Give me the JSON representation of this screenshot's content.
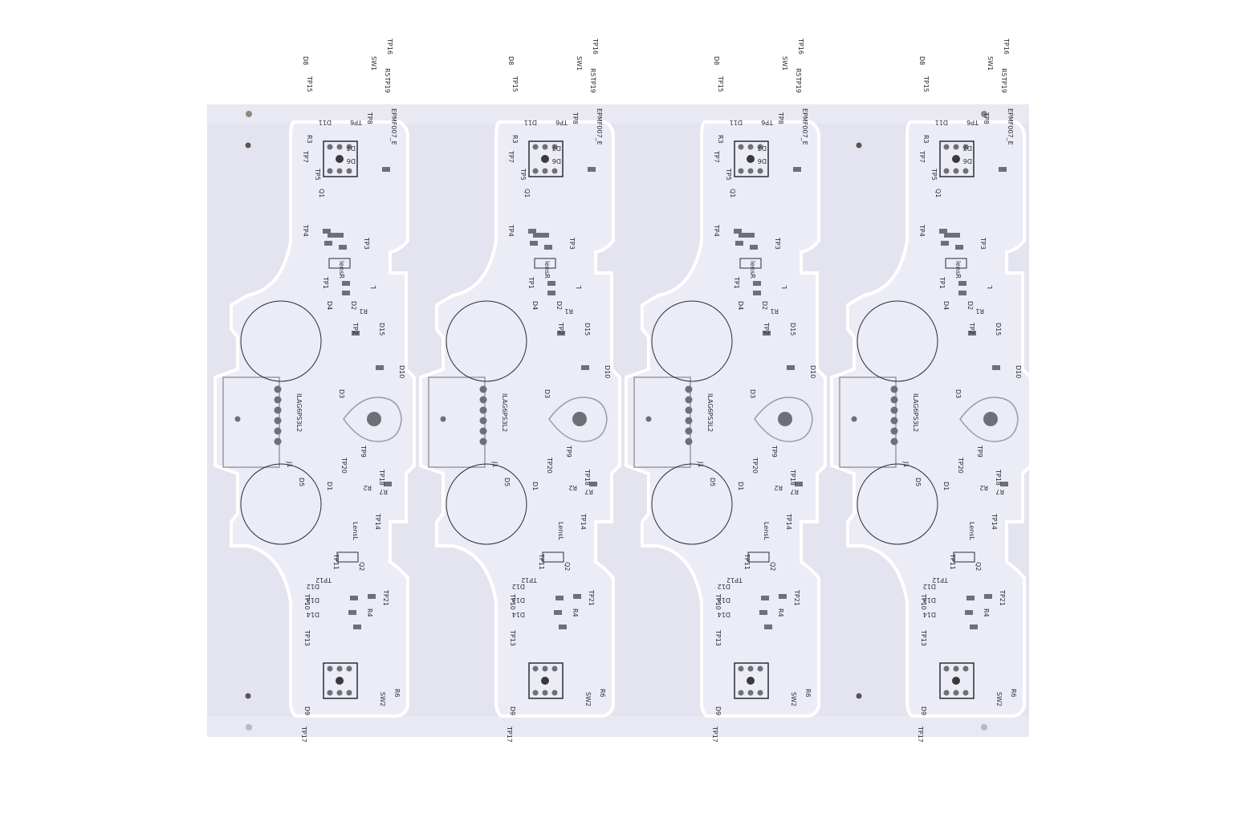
{
  "image": {
    "subject": "white printed circuit board panel",
    "board_color": "#e6e6f2",
    "mask_color": "#ececf6",
    "silkscreen_color": "#2c2c34",
    "pad_color": "#6f6f78",
    "background_color": "#ffffff"
  },
  "boards": [
    {
      "top_labels": [
        "D8",
        "TP15",
        "SW1",
        "R5",
        "TP16",
        "TP19"
      ],
      "mid_labels": [
        "R3",
        "TP7",
        "TP5",
        "TP8",
        "TP6",
        "D11",
        "D7",
        "D6",
        "Q1",
        "TP4",
        "TP3",
        "EPMF007_E"
      ],
      "center_labels": [
        "lensR",
        "TP1",
        "D4",
        "D2",
        "R1",
        "TP2",
        "D15",
        "L",
        "ILAG6PS3L2",
        "D3",
        "D10",
        "J1",
        "TP20",
        "TP9",
        "TP18",
        "R7",
        "R2",
        "D5",
        "D1",
        "TP14",
        "LensL",
        "TP11"
      ],
      "bottom_labels": [
        "Q2",
        "TP10",
        "TP12",
        "TP21",
        "D12",
        "D13",
        "D14",
        "R4",
        "TP13",
        "D9",
        "SW2",
        "R6",
        "TP17"
      ]
    },
    {
      "top_labels": [
        "D8",
        "TP15",
        "SW1",
        "R5",
        "TP16",
        "TP19"
      ],
      "mid_labels": [
        "R3",
        "TP7",
        "TP5",
        "TP8",
        "TP6",
        "D11",
        "D7",
        "D6",
        "Q1",
        "TP4",
        "TP3",
        "EPMF007_E"
      ],
      "center_labels": [
        "lensR",
        "TP1",
        "D4",
        "D2",
        "R1",
        "TP2",
        "D15",
        "L",
        "ILAG6PS3L2",
        "D3",
        "D10",
        "J1",
        "TP20",
        "TP9",
        "TP18",
        "R7",
        "R2",
        "D5",
        "D1",
        "TP14",
        "LensL",
        "TP11"
      ],
      "bottom_labels": [
        "Q2",
        "TP10",
        "TP12",
        "TP21",
        "D12",
        "D13",
        "D14",
        "R4",
        "TP13",
        "D9",
        "SW2",
        "R6",
        "TP17"
      ]
    },
    {
      "top_labels": [
        "D8",
        "TP15",
        "SW1",
        "R5",
        "TP16",
        "TP19"
      ],
      "mid_labels": [
        "R3",
        "TP7",
        "TP5",
        "TP8",
        "TP6",
        "D11",
        "D7",
        "D6",
        "Q1",
        "TP4",
        "TP3",
        "EPMF007_E"
      ],
      "center_labels": [
        "lensR",
        "TP1",
        "D4",
        "D2",
        "R1",
        "TP2",
        "D15",
        "L",
        "ILAG6PS3L2",
        "D3",
        "D10",
        "J1",
        "TP20",
        "TP9",
        "TP18",
        "R7",
        "R2",
        "D5",
        "D1",
        "TP14",
        "LensL",
        "TP11"
      ],
      "bottom_labels": [
        "Q2",
        "TP10",
        "TP12",
        "TP21",
        "D12",
        "D13",
        "D14",
        "R4",
        "TP13",
        "D9",
        "SW2",
        "R6",
        "TP17"
      ]
    },
    {
      "top_labels": [
        "D8",
        "TP15",
        "SW1",
        "R5",
        "TP16",
        "TP19"
      ],
      "mid_labels": [
        "R3",
        "TP7",
        "TP5",
        "TP8",
        "TP6",
        "D11",
        "D7",
        "D6",
        "Q1",
        "TP4",
        "TP3",
        "EPMF007_E"
      ],
      "center_labels": [
        "lensR",
        "TP1",
        "D4",
        "D2",
        "R1",
        "TP2",
        "D15",
        "L",
        "ILAG6PS3L2",
        "D3",
        "D10",
        "J1",
        "TP20",
        "TP9",
        "TP18",
        "R7",
        "R2",
        "D5",
        "D1",
        "TP14",
        "LensL",
        "TP11"
      ],
      "bottom_labels": [
        "Q2",
        "TP10",
        "TP12",
        "TP21",
        "D12",
        "D13",
        "D14",
        "R4",
        "TP13",
        "D9",
        "SW2",
        "R6",
        "TP17"
      ]
    }
  ]
}
